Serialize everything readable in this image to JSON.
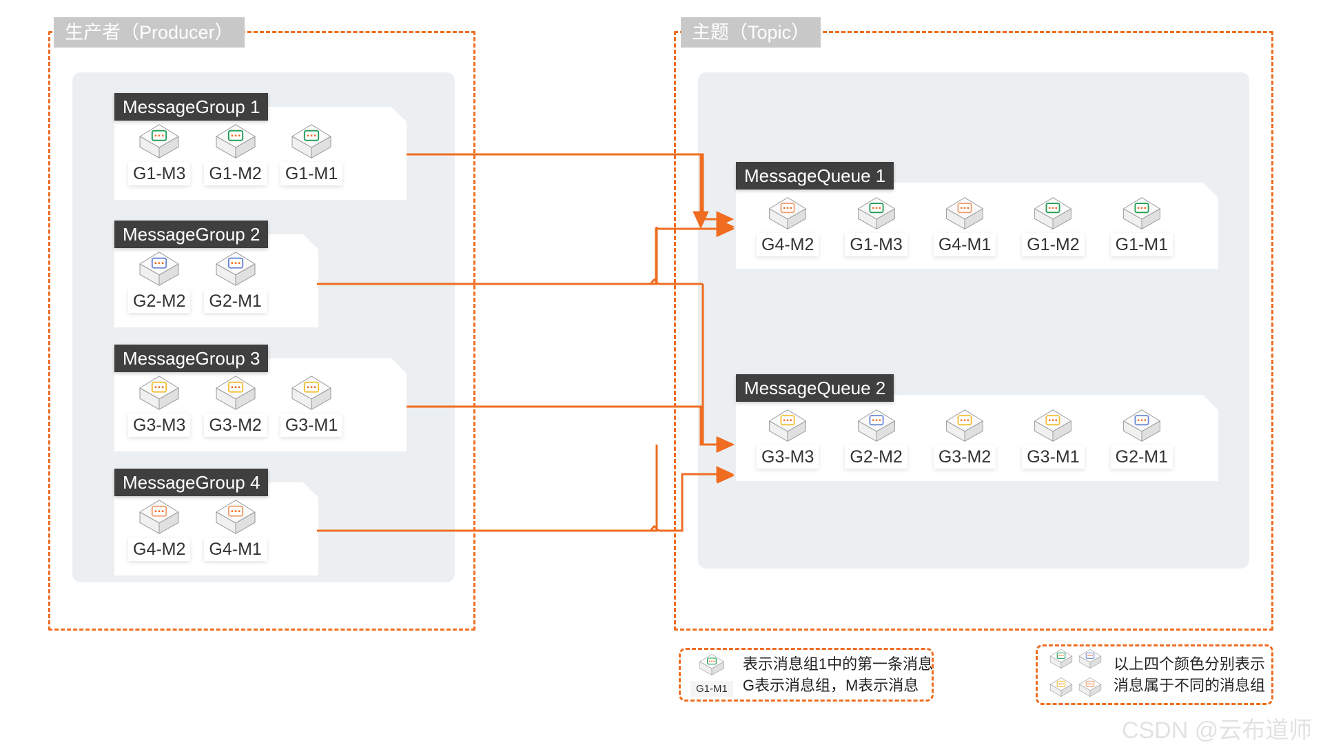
{
  "zones": [
    {
      "name": "producer",
      "label": "生产者（Producer）"
    },
    {
      "name": "topic",
      "label": "主题（Topic）"
    }
  ],
  "colors": {
    "accent": "#ef6c20",
    "zone_label_bg": "#c8c8c8",
    "card_title_bg": "#3f3f3f",
    "panel_bg": "#eceff1",
    "group1": "#1f9d55",
    "group2": "#6b86d6",
    "group3": "#f0c030",
    "group4": "#f0a070",
    "watermark": "#e2e2e2"
  },
  "producer": {
    "groups": [
      {
        "title": "MessageGroup 1",
        "messages": [
          {
            "label": "G1-M3",
            "color": "#1f9d55"
          },
          {
            "label": "G1-M2",
            "color": "#1f9d55"
          },
          {
            "label": "G1-M1",
            "color": "#1f9d55"
          }
        ]
      },
      {
        "title": "MessageGroup 2",
        "messages": [
          {
            "label": "G2-M2",
            "color": "#6b86d6"
          },
          {
            "label": "G2-M1",
            "color": "#6b86d6"
          }
        ]
      },
      {
        "title": "MessageGroup 3",
        "messages": [
          {
            "label": "G3-M3",
            "color": "#f0c030"
          },
          {
            "label": "G3-M2",
            "color": "#f0c030"
          },
          {
            "label": "G3-M1",
            "color": "#f0c030"
          }
        ]
      },
      {
        "title": "MessageGroup 4",
        "messages": [
          {
            "label": "G4-M2",
            "color": "#f0a070"
          },
          {
            "label": "G4-M1",
            "color": "#f0a070"
          }
        ]
      }
    ]
  },
  "topic": {
    "queues": [
      {
        "title": "MessageQueue 1",
        "messages": [
          {
            "label": "G4-M2",
            "color": "#f0a070"
          },
          {
            "label": "G1-M3",
            "color": "#1f9d55"
          },
          {
            "label": "G4-M1",
            "color": "#f0a070"
          },
          {
            "label": "G1-M2",
            "color": "#1f9d55"
          },
          {
            "label": "G1-M1",
            "color": "#1f9d55"
          }
        ]
      },
      {
        "title": "MessageQueue 2",
        "messages": [
          {
            "label": "G3-M3",
            "color": "#f0c030"
          },
          {
            "label": "G2-M2",
            "color": "#6b86d6"
          },
          {
            "label": "G3-M2",
            "color": "#f0c030"
          },
          {
            "label": "G3-M1",
            "color": "#f0c030"
          },
          {
            "label": "G2-M1",
            "color": "#6b86d6"
          }
        ]
      }
    ]
  },
  "legends": [
    {
      "name": "legend-naming",
      "sample": {
        "label": "G1-M1",
        "color": "#1f9d55"
      },
      "lines": [
        "表示消息组1中的第一条消息",
        "G表示消息组，M表示消息"
      ]
    },
    {
      "name": "legend-colors",
      "swatches": [
        {
          "color": "#1f9d55"
        },
        {
          "color": "#6b86d6"
        },
        {
          "color": "#f0c030"
        },
        {
          "color": "#f0a070"
        }
      ],
      "lines": [
        "以上四个颜色分别表示",
        "消息属于不同的消息组"
      ]
    }
  ],
  "watermark": "CSDN @云布道师"
}
